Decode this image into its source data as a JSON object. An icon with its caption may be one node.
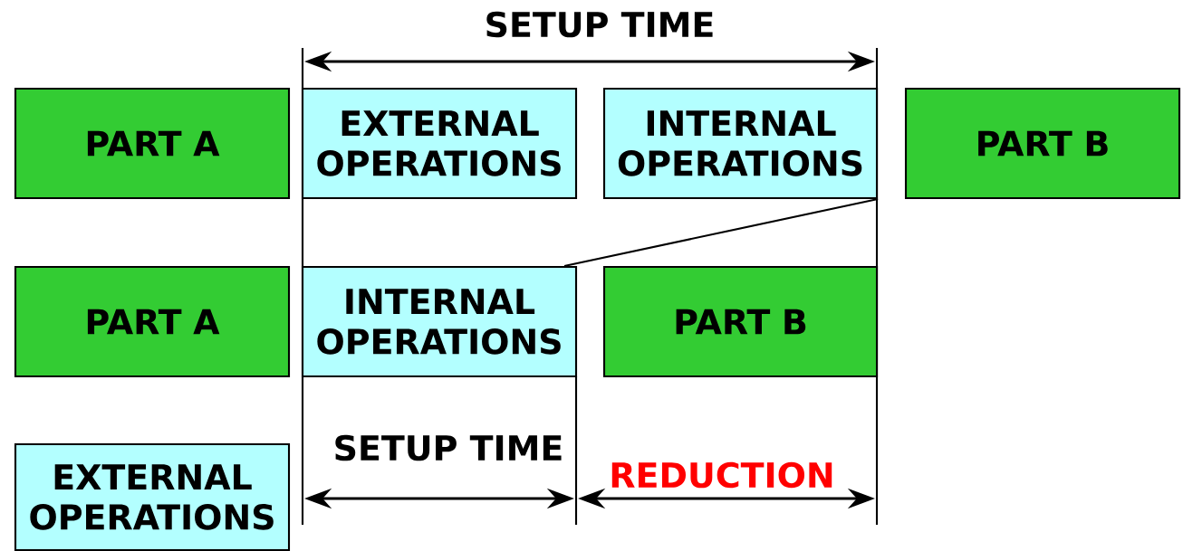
{
  "diagram": {
    "nodes": [
      {
        "text": [
          "PART A"
        ]
      },
      {
        "text": [
          "EXTERNAL OPERATIONS"
        ]
      },
      {
        "text": [
          "INTERNAL OPERATIONS"
        ]
      },
      {
        "text": [
          "PART B"
        ]
      },
      {
        "text": [
          "PART A"
        ]
      },
      {
        "text": [
          "INTERNAL OPERATIONS"
        ]
      },
      {
        "text": [
          "PART B"
        ]
      },
      {
        "text": [
          "EXTERNAL OPERATIONS"
        ]
      }
    ],
    "edges": [
      {
        "from": 2,
        "to": 5,
        "arrow": "none"
      }
    ],
    "labels": [
      "SETUP TIME",
      "SETUP TIME",
      "REDUCTION"
    ]
  }
}
